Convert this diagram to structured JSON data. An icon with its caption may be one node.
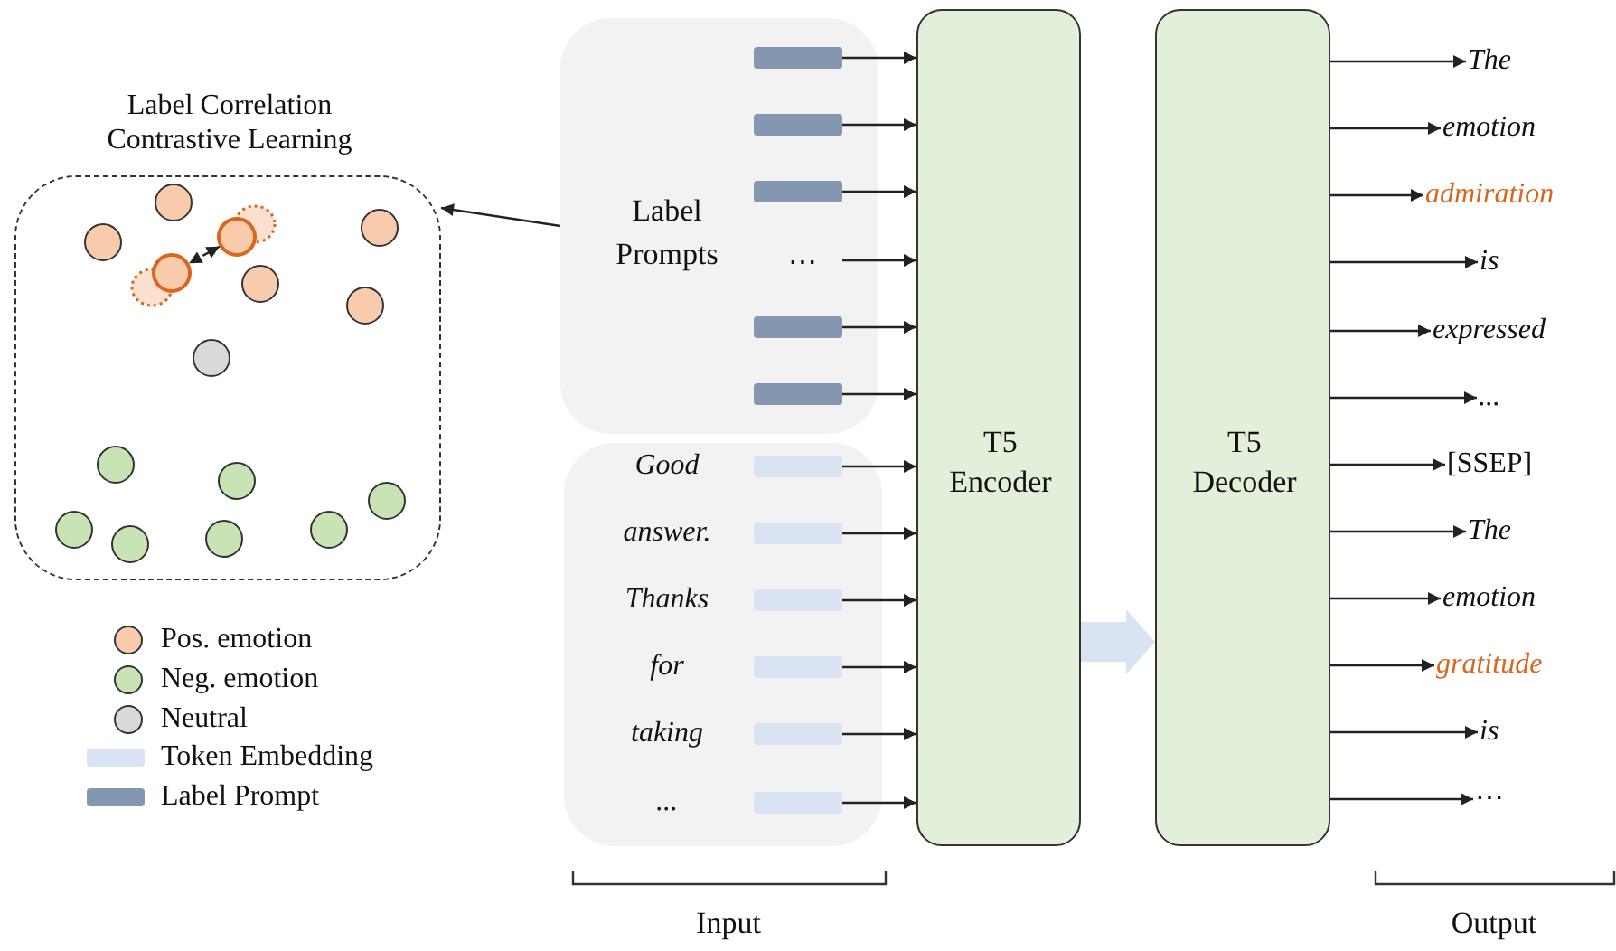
{
  "diagram": {
    "nodes": [
      {
        "text": [
          "Label Correlation Contrastive Learning"
        ]
      },
      {
        "text": [],
        "shape": "circle",
        "in": 0
      },
      {
        "text": [],
        "shape": "circle",
        "in": 0
      },
      {
        "text": [
          "Label Prompts"
        ]
      },
      {
        "text": [],
        "shape": "bar",
        "in": 3
      },
      {
        "text": [],
        "shape": "bar",
        "in": 3
      },
      {
        "text": [],
        "shape": "bar",
        "in": 3
      },
      {
        "text": [
          "⋯"
        ],
        "in": 3
      },
      {
        "text": [],
        "shape": "bar",
        "in": 3
      },
      {
        "text": [],
        "shape": "bar",
        "in": 3
      },
      {
        "text": [
          "Good",
          "answer.",
          "Thanks",
          "for",
          "taking",
          "..."
        ]
      },
      {
        "text": [],
        "shape": "bar",
        "in": 10
      },
      {
        "text": [],
        "shape": "bar",
        "in": 10
      },
      {
        "text": [],
        "shape": "bar",
        "in": 10
      },
      {
        "text": [],
        "shape": "bar",
        "in": 10
      },
      {
        "text": [],
        "shape": "bar",
        "in": 10
      },
      {
        "text": [],
        "shape": "bar",
        "in": 10
      },
      {
        "text": [
          "T5 Encoder"
        ]
      },
      {
        "text": [
          "T5 Decoder"
        ]
      },
      {
        "text": [
          "The"
        ]
      },
      {
        "text": [
          "emotion"
        ]
      },
      {
        "text": [
          "admiration"
        ]
      },
      {
        "text": [
          "is"
        ]
      },
      {
        "text": [
          "expressed"
        ]
      },
      {
        "text": [
          "..."
        ]
      },
      {
        "text": [
          "[SSEP]"
        ]
      },
      {
        "text": [
          "The"
        ]
      },
      {
        "text": [
          "emotion"
        ]
      },
      {
        "text": [
          "gratitude"
        ]
      },
      {
        "text": [
          "is"
        ]
      },
      {
        "text": [
          "⋯"
        ]
      }
    ],
    "edges": [
      {
        "from": 3,
        "to": 0,
        "arrow": "to"
      },
      {
        "from": 1,
        "to": 2,
        "arrow": "both",
        "style": "dashed"
      },
      {
        "from": 4,
        "to": 17,
        "arrow": "to"
      },
      {
        "from": 5,
        "to": 17,
        "arrow": "to"
      },
      {
        "from": 6,
        "to": 17,
        "arrow": "to"
      },
      {
        "from": 7,
        "to": 17,
        "arrow": "to"
      },
      {
        "from": 8,
        "to": 17,
        "arrow": "to"
      },
      {
        "from": 9,
        "to": 17,
        "arrow": "to"
      },
      {
        "from": 11,
        "to": 17,
        "arrow": "to"
      },
      {
        "from": 12,
        "to": 17,
        "arrow": "to"
      },
      {
        "from": 13,
        "to": 17,
        "arrow": "to"
      },
      {
        "from": 14,
        "to": 17,
        "arrow": "to"
      },
      {
        "from": 15,
        "to": 17,
        "arrow": "to"
      },
      {
        "from": 16,
        "to": 17,
        "arrow": "to"
      },
      {
        "from": 17,
        "to": 18,
        "arrow": "to",
        "style": "thick",
        "color": "#dae3f3"
      },
      {
        "from": 18,
        "to": 19,
        "arrow": "to"
      },
      {
        "from": 18,
        "to": 20,
        "arrow": "to"
      },
      {
        "from": 18,
        "to": 21,
        "arrow": "to"
      },
      {
        "from": 18,
        "to": 22,
        "arrow": "to"
      },
      {
        "from": 18,
        "to": 23,
        "arrow": "to"
      },
      {
        "from": 18,
        "to": 24,
        "arrow": "to"
      },
      {
        "from": 18,
        "to": 25,
        "arrow": "to"
      },
      {
        "from": 18,
        "to": 26,
        "arrow": "to"
      },
      {
        "from": 18,
        "to": 27,
        "arrow": "to"
      },
      {
        "from": 18,
        "to": 28,
        "arrow": "to"
      },
      {
        "from": 18,
        "to": 29,
        "arrow": "to"
      },
      {
        "from": 18,
        "to": 30,
        "arrow": "to"
      }
    ],
    "labels": [
      "Input",
      "Output"
    ],
    "legend": [
      {
        "text": "Pos. emotion",
        "color": "#f8cbad"
      },
      {
        "text": "Neg. emotion",
        "color": "#c9e4b4"
      },
      {
        "text": "Neutral",
        "color": "#d9d9d9"
      },
      {
        "text": "Token Embedding",
        "color": "#dae3f3"
      },
      {
        "text": "Label Prompt",
        "color": "#8497b0"
      }
    ]
  }
}
